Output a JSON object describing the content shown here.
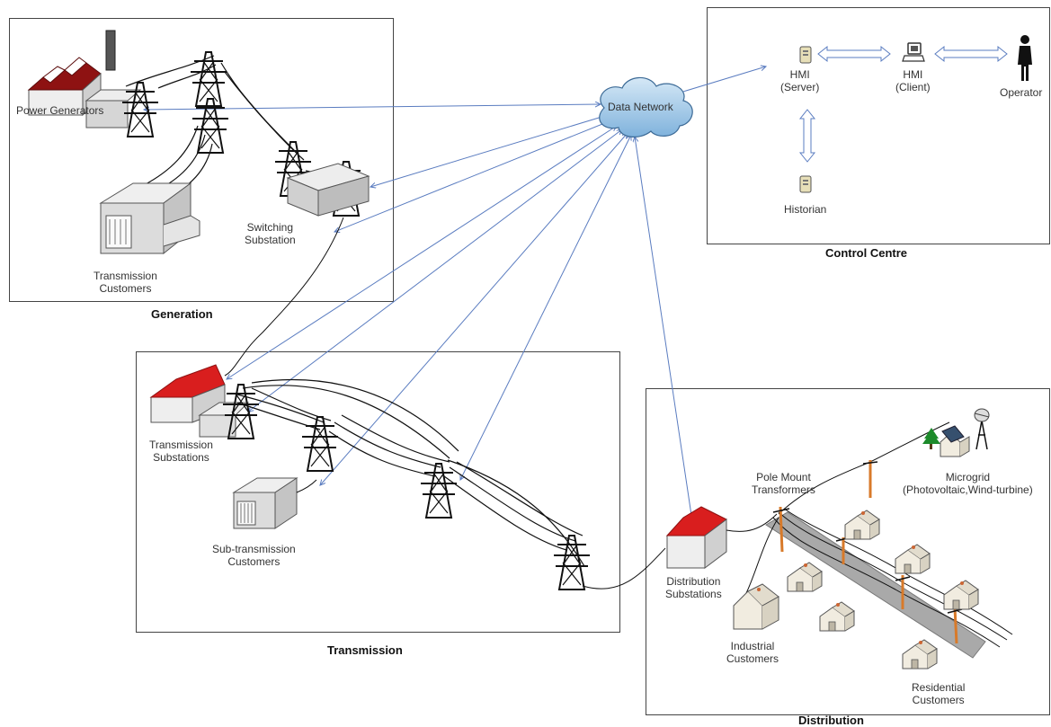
{
  "panels": {
    "generation": "Generation",
    "transmission": "Transmission",
    "distribution": "Distribution",
    "control_centre": "Control Centre"
  },
  "network": {
    "cloud": "Data Network"
  },
  "generation": {
    "power_generators": "Power Generators",
    "switching_substation": [
      "Switching",
      "Substation"
    ],
    "transmission_customers": [
      "Transmission",
      "Customers"
    ]
  },
  "transmission": {
    "transmission_substations": [
      "Transmission",
      "Substations"
    ],
    "subtransmission_customers": [
      "Sub-transmission",
      "Customers"
    ]
  },
  "distribution": {
    "distribution_substations": [
      "Distribution",
      "Substations"
    ],
    "pole_mount_transformers": [
      "Pole Mount",
      "Transformers"
    ],
    "microgrid": [
      "Microgrid",
      "(Photovoltaic,Wind-turbine)"
    ],
    "industrial_customers": [
      "Industrial",
      "Customers"
    ],
    "residential_customers": [
      "Residential",
      "Customers"
    ]
  },
  "control": {
    "hmi_server": [
      "HMI",
      "(Server)"
    ],
    "hmi_client": [
      "HMI",
      "(Client)"
    ],
    "operator": "Operator",
    "historian": "Historian"
  },
  "colors": {
    "link_arrow": "#5a7cc0",
    "roof_red": "#d91e1e",
    "roof_darkred": "#8e1212",
    "cloud": "#a8cdea",
    "pole_orange": "#d87a2a"
  }
}
